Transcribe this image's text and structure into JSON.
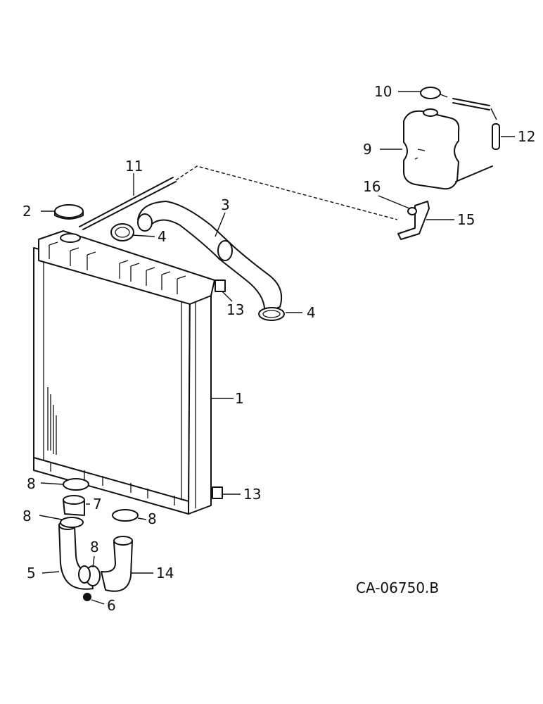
{
  "diagram": {
    "reference_code": "CA-06750.B",
    "callouts": {
      "c1": "1",
      "c2": "2",
      "c3": "3",
      "c4a": "4",
      "c4b": "4",
      "c5": "5",
      "c6": "6",
      "c7": "7",
      "c8a": "8",
      "c8b": "8",
      "c8c": "8",
      "c8d": "8",
      "c9": "9",
      "c10": "10",
      "c11": "11",
      "c12": "12",
      "c13a": "13",
      "c13b": "13",
      "c14": "14",
      "c15": "15",
      "c16": "16"
    }
  }
}
